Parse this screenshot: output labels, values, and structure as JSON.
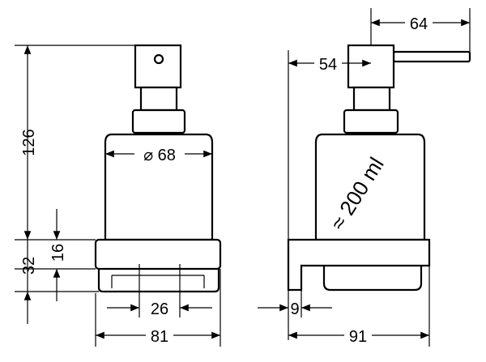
{
  "dimensions": {
    "height_total": "126",
    "height_holder": "32",
    "height_gap": "16",
    "diameter": "⌀ 68",
    "inner_width": "26",
    "holder_width": "81",
    "spout_length": "64",
    "pump_offset": "54",
    "wall_gap": "9",
    "depth": "91"
  },
  "volume_label": "≈ 200 ml",
  "colors": {
    "ink": "#000000",
    "paper": "#ffffff"
  }
}
